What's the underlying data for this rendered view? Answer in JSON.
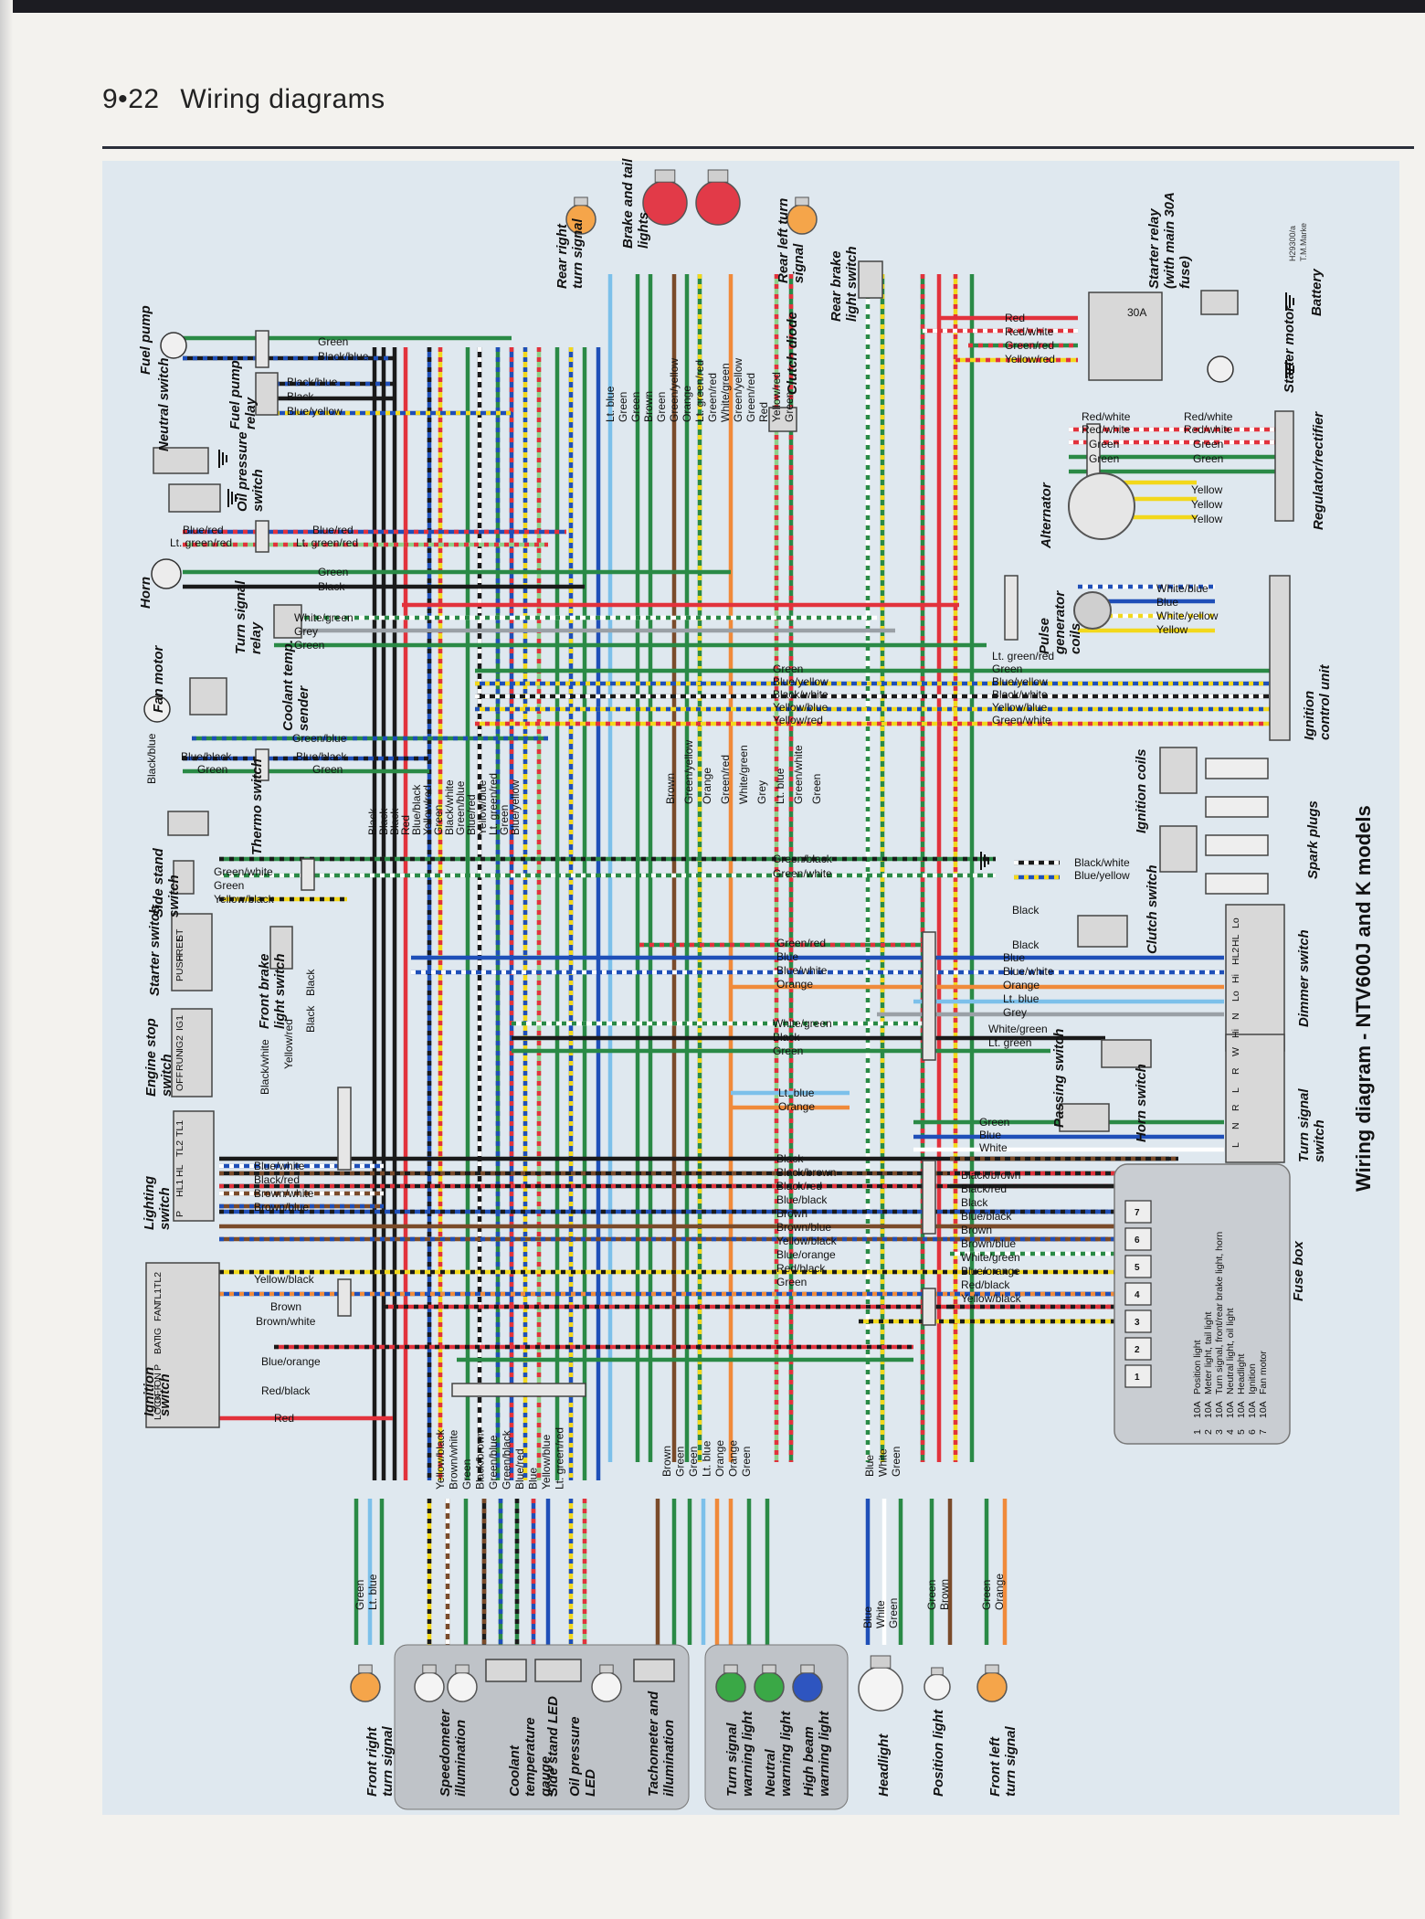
{
  "header": {
    "page": "9•22",
    "title": "Wiring diagrams"
  },
  "diagram_title": "Wiring diagram - NTV600J and K models",
  "credit": [
    "H29300/a",
    "T.M.Marke"
  ],
  "components": {
    "fuel_pump": "Fuel pump",
    "fuel_pump_relay": "Fuel pump relay",
    "neutral_switch": "Neutral switch",
    "oil_pressure_switch": "Oil pressure switch",
    "horn": "Horn",
    "turn_signal_relay": "Turn signal relay",
    "fan_motor": "Fan motor",
    "coolant_temp_sender": "Coolant temp. sender",
    "thermo_switch": "Thermo switch",
    "side_stand_switch": "Side stand switch",
    "starter_switch": "Starter switch",
    "front_brake_light_switch": "Front brake light switch",
    "engine_stop_switch": "Engine stop switch",
    "lighting_switch": "Lighting switch",
    "ignition_switch": "Ignition switch",
    "rear_right_turn_signal": "Rear right turn signal",
    "brake_tail_lights": "Brake and tail lights",
    "rear_left_turn_signal": "Rear left turn signal",
    "rear_brake_light_switch": "Rear brake light switch",
    "clutch_diode": "Clutch diode",
    "starter_relay": "Starter relay (with main 30A fuse)",
    "battery": "Battery",
    "starter_motor": "Starter motor",
    "regulator_rectifier": "Regulator/rectifier",
    "alternator": "Alternator",
    "pulse_generator_coils": "Pulse generator coils",
    "ignition_control_unit": "Ignition control unit",
    "ignition_coils": "Ignition coils",
    "spark_plugs": "Spark plugs",
    "clutch_switch": "Clutch switch",
    "dimmer_switch": "Dimmer switch",
    "passing_switch": "Passing switch",
    "horn_switch": "Horn switch",
    "turn_signal_switch": "Turn signal switch",
    "fuse_box": "Fuse box",
    "front_right_turn_signal": "Front right turn signal",
    "speedometer_illumination": "Speedometer illumination",
    "coolant_temperature_gauge": "Coolant temperature gauge",
    "side_stand_led": "Side stand LED",
    "oil_pressure_led": "Oil pressure LED",
    "tachometer_illumination": "Tachometer and illumination",
    "turn_signal_warning_light": "Turn signal warning light",
    "neutral_warning_light": "Neutral warning light",
    "high_beam_warning_light": "High beam warning light",
    "headlight": "Headlight",
    "position_light": "Position light",
    "front_left_turn_signal": "Front left turn signal"
  },
  "relay_fuse": "30A",
  "switch_labels": {
    "starter": [
      "ST",
      "FREE",
      "PUSH"
    ],
    "engine_stop": [
      "IG1",
      "IG2",
      "RUN",
      "OFF"
    ],
    "lighting": [
      "TL1",
      "TL2",
      "HL",
      "HL1",
      "P"
    ],
    "ignition": [
      "TL2",
      "TL1",
      "FAN",
      "IG",
      "BAT",
      "P",
      "ON",
      "OFF",
      "LOCK"
    ],
    "dimmer": [
      "Lo",
      "HL",
      "HL2",
      "Hi",
      "Lo",
      "N",
      "Hi"
    ],
    "turn_signal": [
      "W",
      "R",
      "L",
      "R",
      "N",
      "L"
    ]
  },
  "fuses": [
    {
      "num": "1",
      "rating": "10A",
      "circuit": "Position light"
    },
    {
      "num": "2",
      "rating": "10A",
      "circuit": "Meter light, tail light"
    },
    {
      "num": "3",
      "rating": "10A",
      "circuit": "Turn signal, front/rear brake light, horn"
    },
    {
      "num": "4",
      "rating": "10A",
      "circuit": "Neutral light, oil light"
    },
    {
      "num": "5",
      "rating": "10A",
      "circuit": "Headlight"
    },
    {
      "num": "6",
      "rating": "10A",
      "circuit": "Ignition"
    },
    {
      "num": "7",
      "rating": "10A",
      "circuit": "Fan motor"
    }
  ],
  "wire_colors": {
    "Green": "#2a8a46",
    "Black": "#1a1a1a",
    "Blue": "#1f4fb8",
    "Red": "#e2323c",
    "Yellow": "#f2d81c",
    "Brown": "#7a4b2a",
    "Orange": "#f08a3a",
    "Grey": "#9aa0a6",
    "White": "#ffffff",
    "Lt. blue": "#7cc0ea",
    "Lt. green": "#8ed08a"
  },
  "wire_labels": {
    "fuel_pump": [
      "Green",
      "Black/blue"
    ],
    "fuel_relay": [
      "Black/blue",
      "Black",
      "Blue/yellow"
    ],
    "oil_neutral": [
      "Blue/red",
      "Lt. green/red",
      "Blue/red",
      "Lt. green/red"
    ],
    "horn": [
      "Green",
      "Black"
    ],
    "turn_relay": [
      "White/green",
      "Grey",
      "Green"
    ],
    "coolant": [
      "Green/blue"
    ],
    "fan": [
      "Blue/black",
      "Green",
      "Blue/black",
      "Green",
      "Black/blue"
    ],
    "side_stand": [
      "Green/white",
      "Green",
      "Yellow/black"
    ],
    "lighting": [
      "Blue/white",
      "Black/red",
      "Brown/white",
      "Brown/blue"
    ],
    "ignition": [
      "Yellow/black",
      "Brown",
      "Brown/white",
      "Blue/orange",
      "Red/black",
      "Red"
    ],
    "front_brake": [
      "Black/white",
      "Yellow/red",
      "Black",
      "Black"
    ],
    "left_vertical": [
      "Black",
      "Black",
      "Black",
      "Red",
      "Blue/black",
      "Yellow/red",
      "Green",
      "Black/white",
      "Green/blue",
      "Blue/red",
      "Yellow/blue",
      "Lt. green/red",
      "Green",
      "Blue/yellow"
    ],
    "rear_vertical": [
      "Lt. blue",
      "Green",
      "Green",
      "Brown",
      "Green",
      "Green/yellow",
      "Orange",
      "Lt. green/red",
      "Green/red",
      "White/green",
      "Green/yellow",
      "Green/red",
      "Red",
      "Yellow/red",
      "Green"
    ],
    "mid_vertical": [
      "Brown",
      "Green/yellow",
      "Orange",
      "Green/red",
      "White/green",
      "Grey",
      "Lt. blue",
      "Green/white",
      "Green"
    ],
    "icu_left": [
      "Green",
      "Blue/yellow",
      "Black/white",
      "Yellow/blue",
      "Yellow/red"
    ],
    "icu_right": [
      "Lt. green/red",
      "Green",
      "Blue/yellow",
      "Black/white",
      "Yellow/blue",
      "Green/white"
    ],
    "pulse": [
      "White/blue",
      "Blue",
      "White/yellow",
      "Yellow"
    ],
    "coils": [
      "Black/white",
      "Blue/yellow"
    ],
    "starter_relay": [
      "Red",
      "Red/white",
      "Green/red",
      "Yellow/red"
    ],
    "regulator": [
      "Red/white",
      "Red/white",
      "Green",
      "Green",
      "Red/white",
      "Red/white",
      "Green",
      "Green"
    ],
    "alternator": [
      "Yellow",
      "Yellow",
      "Yellow"
    ],
    "green_black": [
      "Green/black",
      "Green/white"
    ],
    "clutch": [
      "Black",
      "Black"
    ],
    "dimmer_left": [
      "Green/red",
      "Blue",
      "Blue/white",
      "Orange"
    ],
    "dimmer_right": [
      "Blue",
      "Blue/white",
      "Orange",
      "Lt. blue",
      "Grey"
    ],
    "passing": [
      "White/green",
      "Black",
      "Green"
    ],
    "passing_right": [
      "White/green",
      "Lt. green"
    ],
    "turn_switch": [
      "Lt. blue",
      "Orange"
    ],
    "horn_sw": [
      "Green",
      "Blue",
      "White"
    ],
    "fuse_left": [
      "Black",
      "Black/brown",
      "Black/red",
      "Blue/black",
      "Brown",
      "Brown/blue",
      "Yellow/black",
      "Blue/orange",
      "Red/black",
      "Green"
    ],
    "fuse_right": [
      "Black/brown",
      "Black/red",
      "Black",
      "Blue/black",
      "Brown",
      "Brown/blue",
      "White/green",
      "Blue/orange",
      "Red/black",
      "Yellow/black"
    ],
    "bottom_bundle": [
      "Yellow/black",
      "Brown/white",
      "Green",
      "Black/brown",
      "Green/blue",
      "Green/black",
      "Blue/red",
      "Blue",
      "Yellow/blue",
      "Lt. green/red"
    ],
    "bottom_mid": [
      "Brown",
      "Green",
      "Green",
      "Lt. blue",
      "Orange",
      "Orange",
      "Green"
    ],
    "bottom_right": [
      "Blue",
      "White",
      "Green"
    ],
    "front_right_ts": [
      "Green",
      "Lt. blue"
    ],
    "headlight": [
      "Blue",
      "White",
      "Green"
    ],
    "position": [
      "Green",
      "Brown"
    ],
    "front_left_ts": [
      "Green",
      "Orange"
    ]
  }
}
